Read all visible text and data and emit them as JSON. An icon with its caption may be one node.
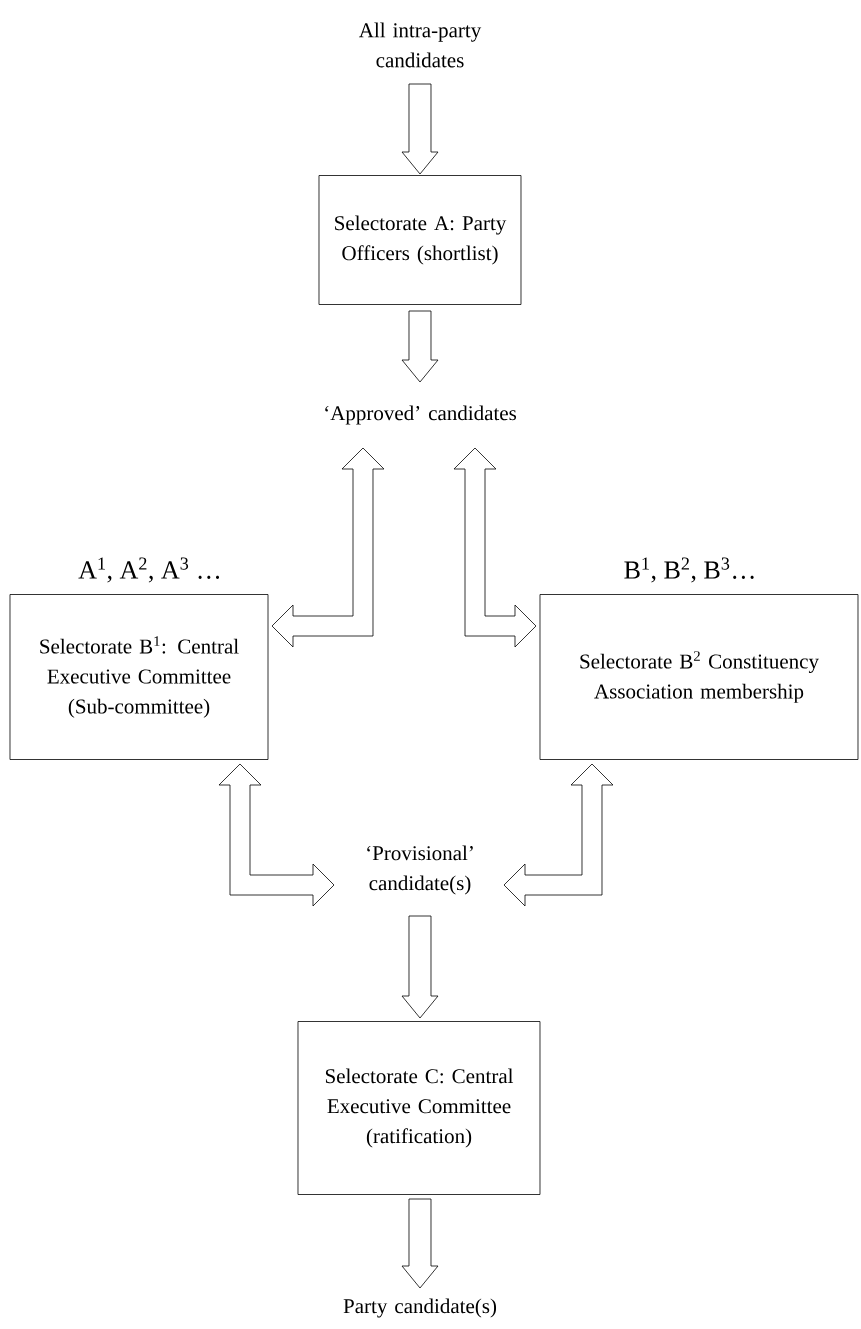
{
  "diagram": {
    "nodes": [
      {
        "text": [
          "All intra-party candidates"
        ]
      },
      {
        "text": [
          "Selectorate A: Party Officers (shortlist)"
        ]
      },
      {
        "text": [
          "‘Approved’ candidates"
        ]
      },
      {
        "text": [
          "Selectorate B$^{1}$: Central Executive Committee (Sub-committee)"
        ],
        "beside": [
          "A$^{1}$, A$^{2}$, A$^{3}$ …"
        ]
      },
      {
        "text": [
          "Selectorate B$^{2}$ Constituency Association membership"
        ],
        "beside": [
          "B$^{1}$, B$^{2}$, B$^{3}$…"
        ]
      },
      {
        "text": [
          "‘Provisional’ candidate(s)"
        ]
      },
      {
        "text": [
          "Selectorate C: Central Executive Committee (ratification)"
        ]
      },
      {
        "text": [
          "Party candidate(s)"
        ]
      }
    ],
    "edges": [
      {
        "from": 0,
        "to": 1,
        "arrow": "to"
      },
      {
        "from": 1,
        "to": 2,
        "arrow": "to"
      },
      {
        "from": 2,
        "to": 3,
        "arrow": "both"
      },
      {
        "from": 2,
        "to": 4,
        "arrow": "both"
      },
      {
        "from": 3,
        "to": 5,
        "arrow": "both"
      },
      {
        "from": 4,
        "to": 5,
        "arrow": "both"
      },
      {
        "from": 5,
        "to": 6,
        "arrow": "to"
      },
      {
        "from": 6,
        "to": 7,
        "arrow": "to"
      }
    ]
  }
}
